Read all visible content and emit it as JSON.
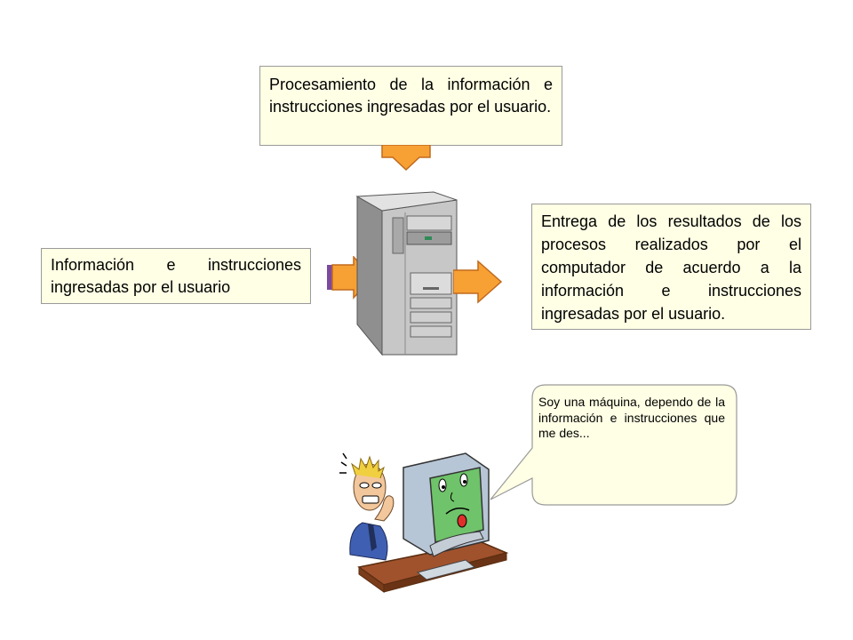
{
  "diagram": {
    "input_box": {
      "text": "Información e instrucciones ingresadas por el usuario"
    },
    "processing_box": {
      "text": "Procesamiento de la información e instrucciones  ingresadas por el usuario."
    },
    "output_box": {
      "text": "Entrega de los resultados de los procesos realizados por el computador de acuerdo a la información e instrucciones ingresadas por el usuario."
    },
    "speech_bubble": {
      "text": "Soy una máquina, dependo de la información e instrucciones que me des..."
    }
  },
  "colors": {
    "box_fill": "#ffffe5",
    "arrow_orange": "#f7a034",
    "arrow_dark": "#d9712a",
    "server_gray": "#bdbdbd"
  }
}
